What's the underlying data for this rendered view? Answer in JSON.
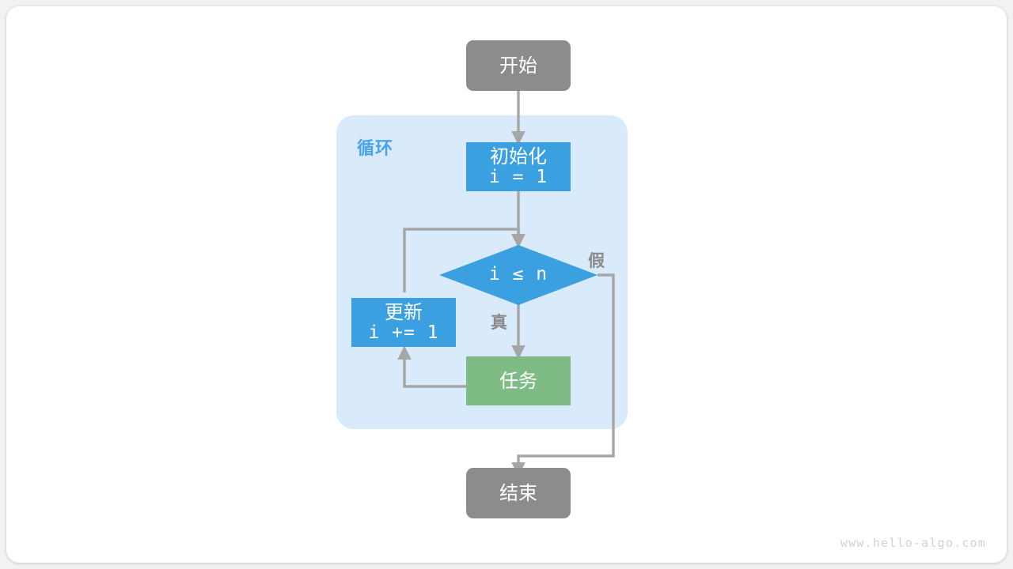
{
  "diagram": {
    "title_watermark": "www.hello-algo.com",
    "loop_container": {
      "label": "循环",
      "fill": "#d9eafa",
      "label_color": "#4aa3e8"
    },
    "nodes": [
      {
        "id": "start",
        "kind": "terminator",
        "label_line1": "开始",
        "label_line2": "",
        "fill": "#8c8c8c"
      },
      {
        "id": "init",
        "kind": "process",
        "label_line1": "初始化",
        "label_line2": "i = 1",
        "fill": "#3aa0e0"
      },
      {
        "id": "cond",
        "kind": "decision",
        "label_line1": "i ≤ n",
        "label_line2": "",
        "fill": "#3aa0e0"
      },
      {
        "id": "update",
        "kind": "process",
        "label_line1": "更新",
        "label_line2": "i += 1",
        "fill": "#3aa0e0"
      },
      {
        "id": "task",
        "kind": "process",
        "label_line1": "任务",
        "label_line2": "",
        "fill": "#7fbb84"
      },
      {
        "id": "end",
        "kind": "terminator",
        "label_line1": "结束",
        "label_line2": "",
        "fill": "#8c8c8c"
      }
    ],
    "branches": {
      "true_label": "真",
      "false_label": "假",
      "label_color": "#8a8a8a"
    },
    "edge_color": "#a6a6a6",
    "canvas_bg": "#ffffff"
  }
}
